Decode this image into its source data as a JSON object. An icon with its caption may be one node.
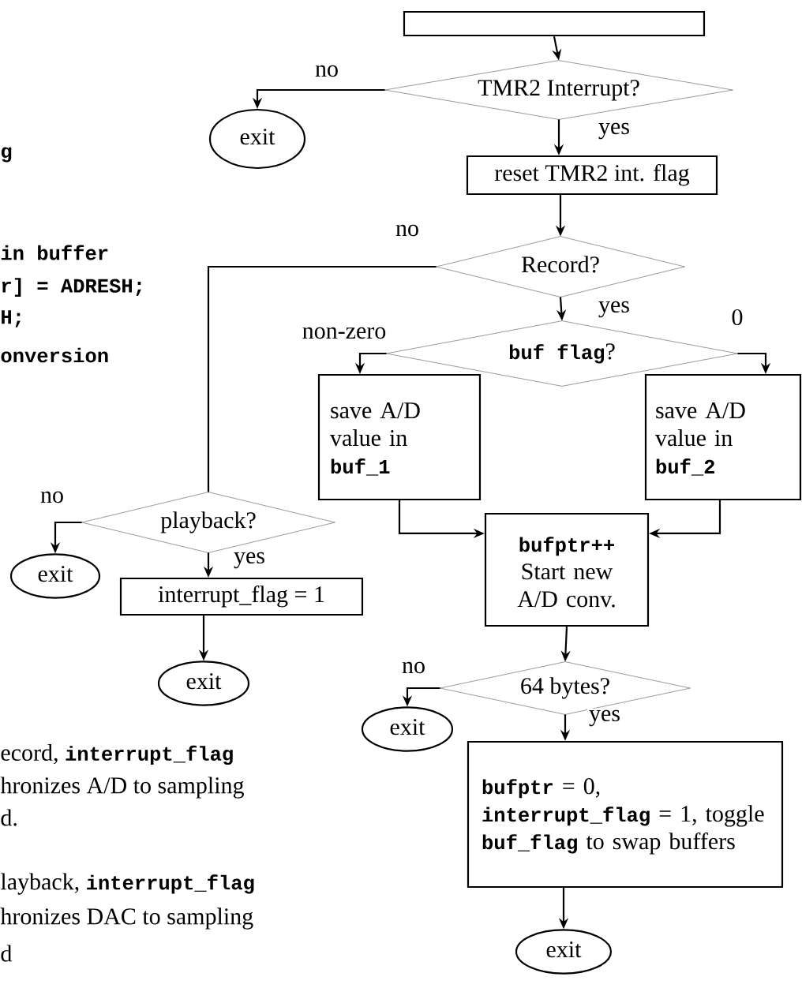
{
  "diagram": {
    "nodes": [
      {
        "text": [],
        "shape": "box"
      },
      {
        "text": [
          "TMR2 Interrupt?"
        ]
      },
      {
        "text": [
          "exit"
        ]
      },
      {
        "text": [
          "reset TMR2 int. flag"
        ]
      },
      {
        "text": [
          "Record?"
        ]
      },
      {
        "text": [
          "**buf flag**?"
        ]
      },
      {
        "text": [
          "save A/D value in **buf_1**"
        ]
      },
      {
        "text": [
          "save A/D value in **buf_2**"
        ]
      },
      {
        "text": [
          "playback?"
        ]
      },
      {
        "text": [
          "exit"
        ]
      },
      {
        "text": [
          "interrupt_flag = 1"
        ]
      },
      {
        "text": [
          "exit"
        ]
      },
      {
        "text": [
          "**bufptr++** Start new A/D conv."
        ]
      },
      {
        "text": [
          "64 bytes?"
        ]
      },
      {
        "text": [
          "exit"
        ]
      },
      {
        "text": [
          "**bufptr** = 0, **interrupt_flag** = 1, toggle **buf_flag** to swap buffers"
        ]
      },
      {
        "text": [
          "exit"
        ]
      }
    ],
    "edges": [
      {
        "from": 0,
        "to": 1,
        "arrow": "to"
      },
      {
        "from": 1,
        "to": 2,
        "arrow": "to",
        "label": "no"
      },
      {
        "from": 1,
        "to": 3,
        "arrow": "to",
        "label": "yes"
      },
      {
        "from": 3,
        "to": 4,
        "arrow": "to"
      },
      {
        "from": 4,
        "to": 8,
        "arrow": "none",
        "label": "no"
      },
      {
        "from": 4,
        "to": 5,
        "arrow": "to",
        "label": "yes"
      },
      {
        "from": 5,
        "to": 6,
        "arrow": "to",
        "label": "non-zero"
      },
      {
        "from": 5,
        "to": 7,
        "arrow": "to",
        "label": "0"
      },
      {
        "from": 6,
        "to": 12,
        "arrow": "to"
      },
      {
        "from": 7,
        "to": 12,
        "arrow": "to"
      },
      {
        "from": 8,
        "to": 9,
        "arrow": "to",
        "label": "no"
      },
      {
        "from": 8,
        "to": 10,
        "arrow": "to",
        "label": "yes"
      },
      {
        "from": 10,
        "to": 11,
        "arrow": "to"
      },
      {
        "from": 12,
        "to": 13,
        "arrow": "to"
      },
      {
        "from": 13,
        "to": 14,
        "arrow": "to",
        "label": "no"
      },
      {
        "from": 13,
        "to": 15,
        "arrow": "to",
        "label": "yes"
      },
      {
        "from": 15,
        "to": 16,
        "arrow": "to"
      }
    ],
    "labels": [
      "g",
      "in buffer",
      "r] = ADRESH;",
      "H;",
      "onversion",
      "ecord, **interrupt_flag**",
      "hronizes A/D to sampling",
      "d.",
      "layback, **interrupt_flag**",
      "hronizes DAC to sampling",
      "d"
    ]
  }
}
